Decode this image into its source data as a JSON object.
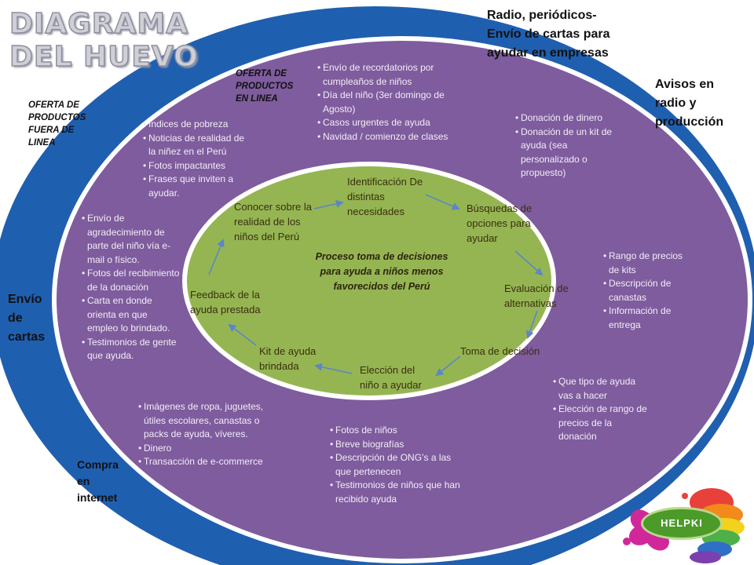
{
  "title": "DIAGRAMA DEL HUEVO",
  "colors": {
    "outer_ring": "#1f5fb0",
    "purple_ring": "#7e5c9d",
    "core": "#95b552"
  },
  "outer_labels": {
    "offline_offer": "OFERTA DE PRODUCTOS FUERA DE LINEA",
    "radio_newspapers": "Radio, periódicos- Envío de cartas para ayudar en empresas",
    "radio_ads": "Avisos en radio y producción",
    "letters": "Envío de cartas",
    "online_purchase": "Compra en internet"
  },
  "purple_ring": {
    "online_offer": "OFERTA DE PRODUCTOS EN LINEA",
    "reminders": [
      "Envío de recordatorios por cumpleaños de niños",
      "Día del niño (3er domingo de Agosto)",
      "Casos urgentes de ayuda",
      "Navidad / comienzo de clases"
    ],
    "poverty": [
      "Índices de pobreza",
      "Noticias de realidad de la niñez en el Perú",
      "Fotos impactantes",
      "Frases que inviten a ayudar."
    ],
    "donation": [
      "Donación de dinero",
      "Donación de un kit de ayuda (sea personalizado o propuesto)"
    ],
    "thanks": [
      "Envío de agradecimiento de parte del niño vía e-mail o físico.",
      "Fotos del recibimiento de la donación",
      "Carta en donde orienta en que empleo lo brindado.",
      "Testimonios de gente que ayuda."
    ],
    "kits": [
      "Rango de precios de kits",
      "Descripción de canastas",
      "Información de entrega"
    ],
    "help_type": [
      "Que tipo de ayuda vas a hacer",
      "Elección de rango de precios de la donación"
    ],
    "products": [
      "Imágenes de ropa, juguetes, útiles escolares, canastas o packs de ayuda, víveres.",
      "Dinero",
      "Transacción de e-commerce"
    ],
    "children": [
      "Fotos de niños",
      "Breve biografías",
      "Descripción de ONG’s a las que pertenecen",
      "Testimonios de niños que han recibido ayuda"
    ]
  },
  "core": {
    "center_title": "Proceso toma de decisiones para ayuda a niños menos favorecidos del Perú",
    "steps": {
      "identification": "Identificación De distintas necesidades",
      "search": "Búsquedas de opciones para ayudar",
      "evaluation": "Evaluación de alternativas",
      "decision": "Toma de decisión",
      "choice": "Elección del niño a ayudar",
      "kit": "Kit de ayuda brindada",
      "feedback": "Feedback de la ayuda prestada",
      "reality": "Conocer sobre la realidad de los niños del Perú"
    }
  },
  "logo": {
    "text": "HELPKI"
  }
}
